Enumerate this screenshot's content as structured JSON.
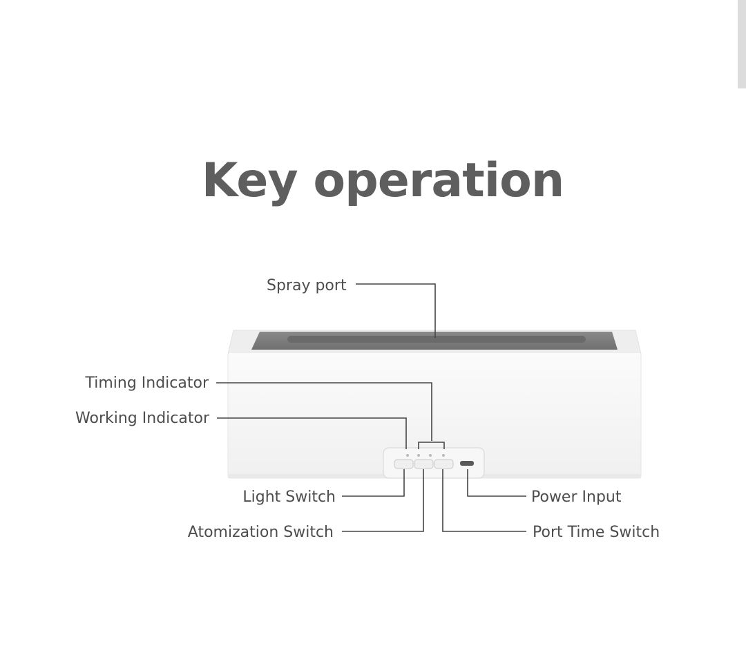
{
  "title": "Key operation",
  "labels": {
    "spray_port": "Spray port",
    "timing_indicator": "Timing Indicator",
    "working_indicator": "Working Indicator",
    "light_switch": "Light Switch",
    "atomization_switch": "Atomization Switch",
    "power_input": "Power Input",
    "port_time_switch": "Port Time Switch"
  },
  "colors": {
    "title": "#5e5e5e",
    "label": "#4d4d4d",
    "leader_line": "#444444",
    "device_body": "#f5f5f5",
    "spray_slot": "#808080"
  }
}
